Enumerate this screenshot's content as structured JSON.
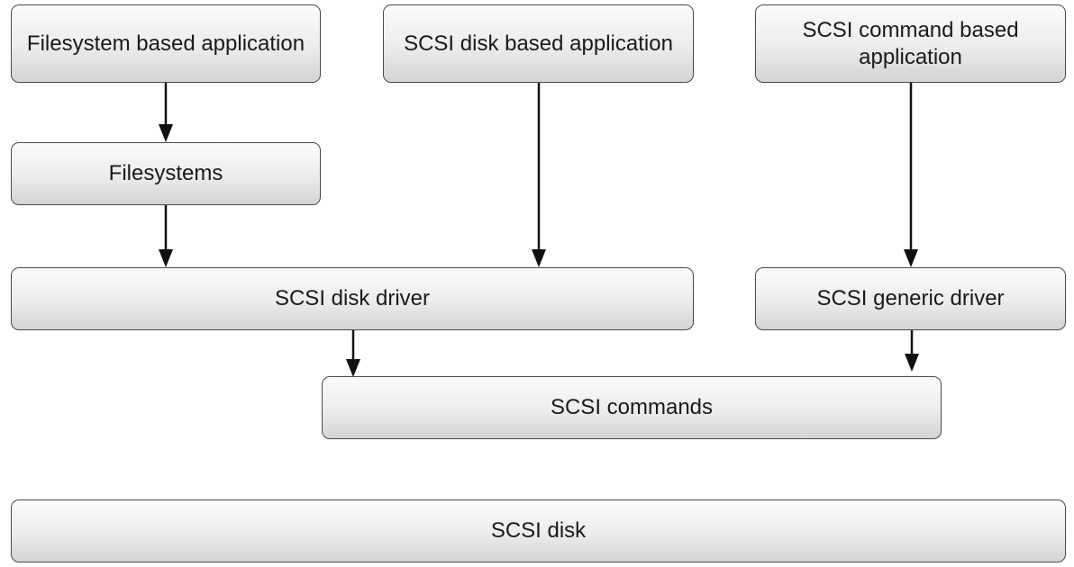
{
  "diagram": {
    "nodes": {
      "filesystem_app": "Filesystem based application",
      "scsi_disk_app": "SCSI disk based application",
      "scsi_command_app": "SCSI command based application",
      "filesystems": "Filesystems",
      "scsi_disk_driver": "SCSI disk driver",
      "scsi_generic_driver": "SCSI generic driver",
      "scsi_commands": "SCSI commands",
      "scsi_disk": "SCSI disk"
    },
    "edges": [
      {
        "from": "filesystem_app",
        "to": "filesystems"
      },
      {
        "from": "filesystems",
        "to": "scsi_disk_driver"
      },
      {
        "from": "scsi_disk_app",
        "to": "scsi_disk_driver"
      },
      {
        "from": "scsi_command_app",
        "to": "scsi_generic_driver"
      },
      {
        "from": "scsi_disk_driver",
        "to": "scsi_commands"
      },
      {
        "from": "scsi_generic_driver",
        "to": "scsi_commands"
      }
    ],
    "colors": {
      "box_border": "#4a4a4a",
      "box_fill_top": "#fbfbfb",
      "box_fill_bottom": "#d4d4d4",
      "arrow": "#111111",
      "text": "#1a1a1a"
    }
  }
}
